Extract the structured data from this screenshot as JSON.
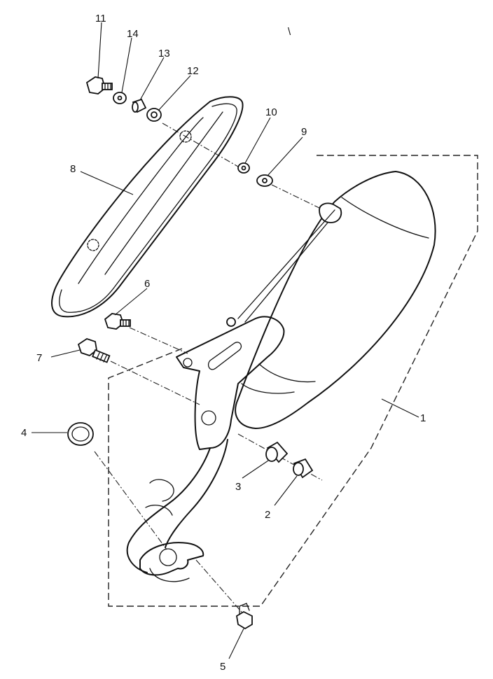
{
  "mark": "\\",
  "callouts": [
    {
      "id": "1",
      "label": "1"
    },
    {
      "id": "2",
      "label": "2"
    },
    {
      "id": "3",
      "label": "3"
    },
    {
      "id": "4",
      "label": "4"
    },
    {
      "id": "5",
      "label": "5"
    },
    {
      "id": "6",
      "label": "6"
    },
    {
      "id": "7",
      "label": "7"
    },
    {
      "id": "8",
      "label": "8"
    },
    {
      "id": "9",
      "label": "9"
    },
    {
      "id": "10",
      "label": "10"
    },
    {
      "id": "11",
      "label": "11"
    },
    {
      "id": "12",
      "label": "12"
    },
    {
      "id": "13",
      "label": "13"
    },
    {
      "id": "14",
      "label": "14"
    }
  ]
}
